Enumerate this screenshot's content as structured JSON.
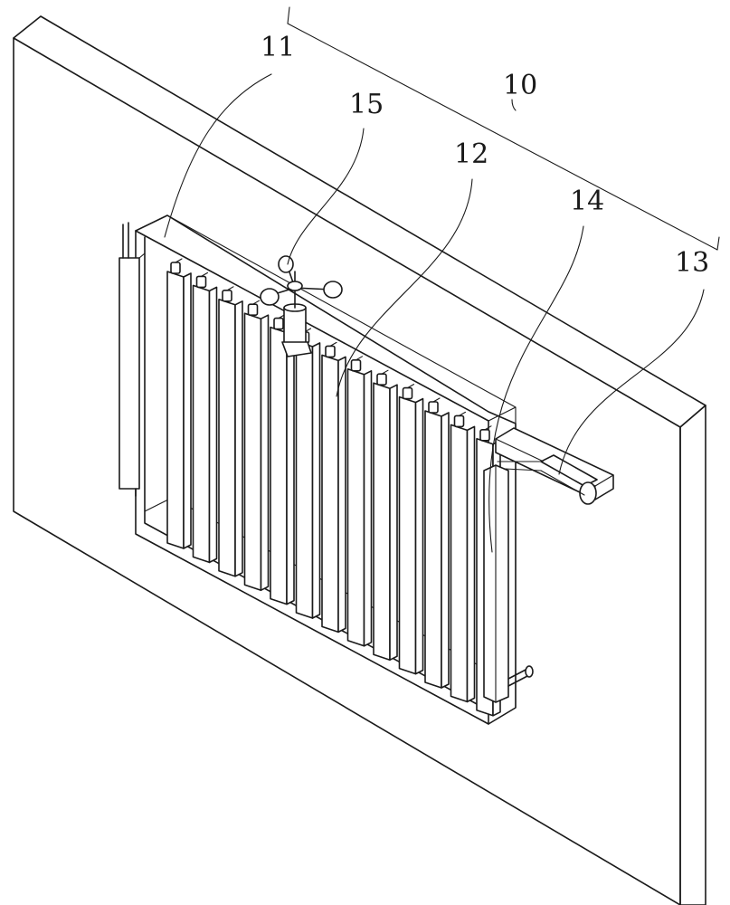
{
  "labels": {
    "l10": "10",
    "l11": "11",
    "l12": "12",
    "l13": "13",
    "l14": "14",
    "l15": "15"
  },
  "colors": {
    "stroke": "#1a1a1a",
    "background": "#ffffff"
  }
}
